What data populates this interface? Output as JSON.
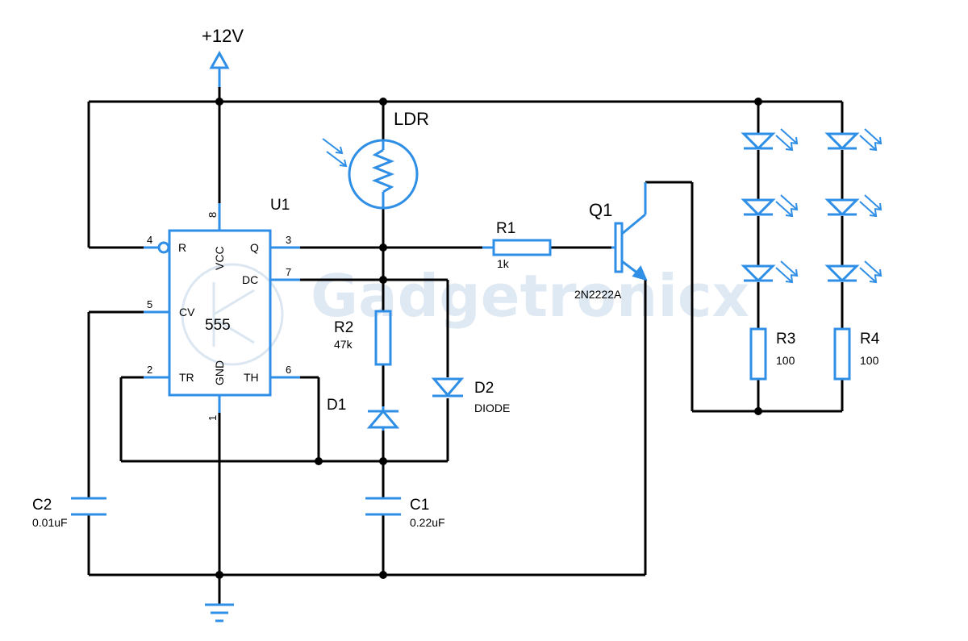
{
  "watermark": "Gadgetronicx",
  "supply": {
    "label": "+12V"
  },
  "ic": {
    "ref": "U1",
    "name": "555",
    "pins": {
      "r": "R",
      "vcc": "VCC",
      "q": "Q",
      "dc": "DC",
      "cv": "CV",
      "tr": "TR",
      "gnd": "GND",
      "th": "TH"
    },
    "pin_numbers": {
      "r": "4",
      "vcc": "8",
      "q": "3",
      "dc": "7",
      "cv": "5",
      "tr": "2",
      "gnd": "1",
      "th": "6"
    }
  },
  "components": {
    "ldr": {
      "ref": "LDR"
    },
    "r1": {
      "ref": "R1",
      "value": "1k"
    },
    "r2": {
      "ref": "R2",
      "value": "47k"
    },
    "r3": {
      "ref": "R3",
      "value": "100"
    },
    "r4": {
      "ref": "R4",
      "value": "100"
    },
    "d1": {
      "ref": "D1"
    },
    "d2": {
      "ref": "D2",
      "value": "DIODE"
    },
    "c1": {
      "ref": "C1",
      "value": "0.22uF"
    },
    "c2": {
      "ref": "C2",
      "value": "0.01uF"
    },
    "q1": {
      "ref": "Q1",
      "value": "2N2222A"
    }
  },
  "colors": {
    "wire": "#000000",
    "component": "#2f8fe6",
    "watermark": "#c6d8ea"
  }
}
